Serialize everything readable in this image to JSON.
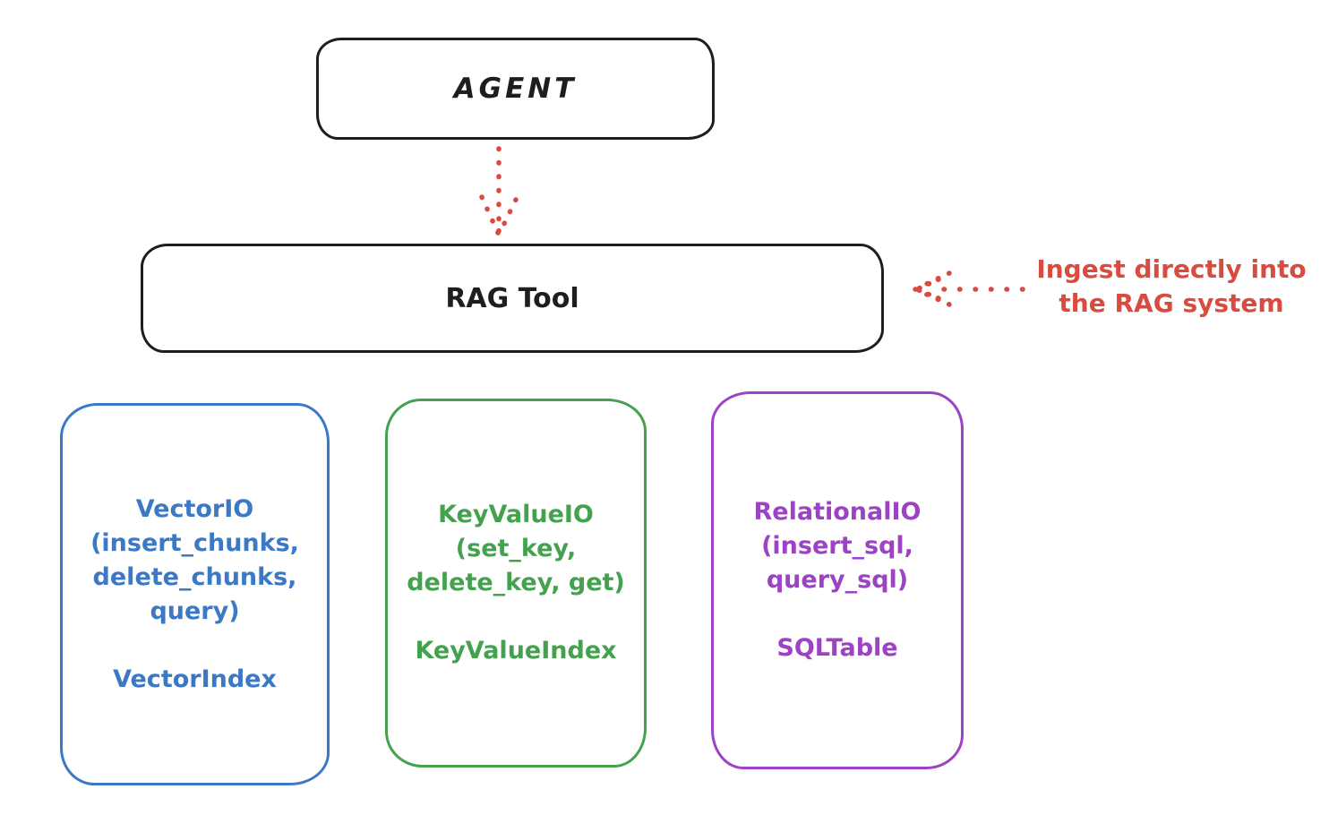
{
  "diagram": {
    "title_hint": "RAG Tool architecture sketch",
    "colors": {
      "stroke_black": "#1e1e1e",
      "accent_red": "#da4b3f",
      "accent_blue": "#3b79c6",
      "accent_green": "#44a24f",
      "accent_purple": "#9d41c5",
      "background": "#ffffff"
    },
    "agent_box": {
      "label": "AGENT"
    },
    "rag_box": {
      "label": "RAG Tool"
    },
    "annotation": {
      "line1": "Ingest directly into",
      "line2": "the RAG system"
    },
    "icons": {
      "agent_to_rag": "dotted-arrow-down",
      "ingest_to_rag": "dotted-arrow-left"
    },
    "io_boxes": [
      {
        "name": "VectorIO",
        "color": "#3b79c6",
        "lines": [
          "VectorIO",
          "(insert_chunks,",
          "delete_chunks,",
          "query)"
        ],
        "index_label": "VectorIndex"
      },
      {
        "name": "KeyValueIO",
        "color": "#44a24f",
        "lines": [
          "KeyValueIO",
          "(set_key,",
          "delete_key, get)"
        ],
        "index_label": "KeyValueIndex"
      },
      {
        "name": "RelationalIO",
        "color": "#9d41c5",
        "lines": [
          "RelationalIO",
          "(insert_sql,",
          "query_sql)"
        ],
        "index_label": "SQLTable"
      }
    ]
  }
}
